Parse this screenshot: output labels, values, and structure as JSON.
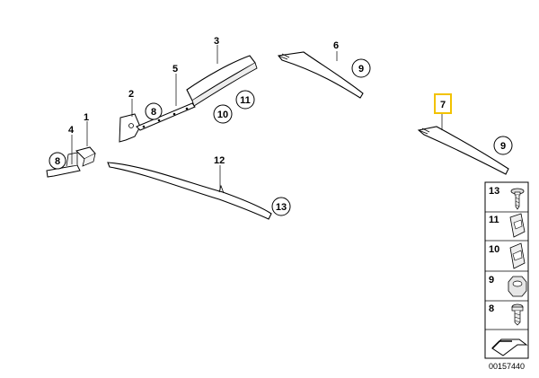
{
  "callouts": {
    "c1": "1",
    "c2": "2",
    "c3": "3",
    "c4": "4",
    "c5": "5",
    "c6": "6",
    "c7": "7",
    "c12": "12"
  },
  "refs": {
    "r8a": "8",
    "r8b": "8",
    "r9a": "9",
    "r9b": "9",
    "r10": "10",
    "r11": "11",
    "r13": "13"
  },
  "legend": {
    "items": [
      {
        "num": "13",
        "icon": "screw-washer-icon"
      },
      {
        "num": "11",
        "icon": "clip-icon"
      },
      {
        "num": "10",
        "icon": "clip-icon"
      },
      {
        "num": "9",
        "icon": "nut-icon"
      },
      {
        "num": "8",
        "icon": "screw-icon"
      }
    ],
    "arrow_icon": "direction-arrow-icon"
  },
  "diagram_number": "00157440",
  "colors": {
    "highlight": "#f2c200",
    "line": "#000000"
  }
}
